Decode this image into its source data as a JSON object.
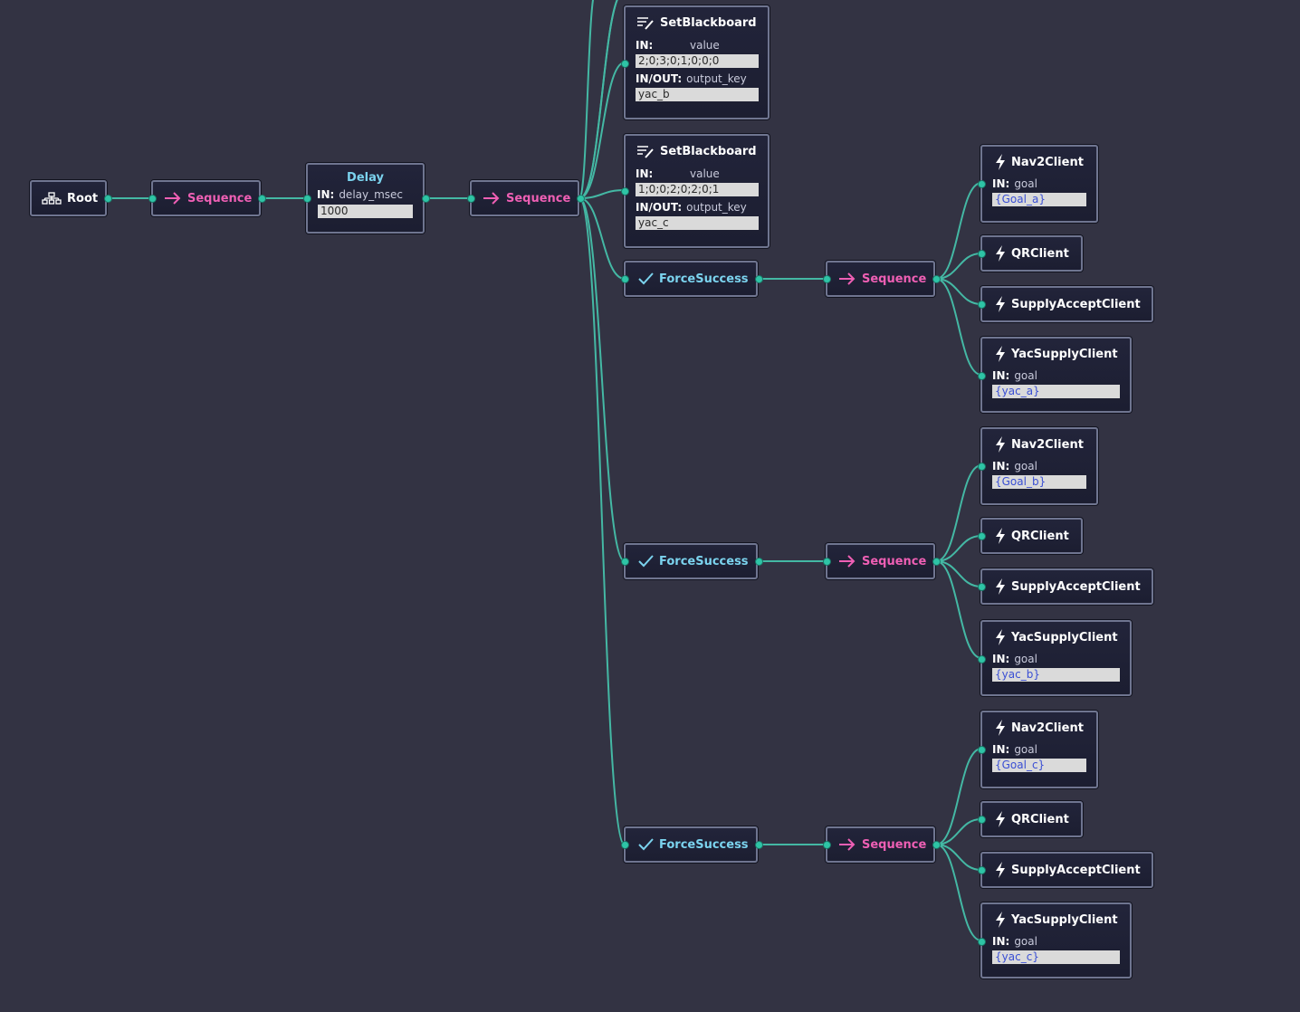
{
  "colors": {
    "background": "#333343",
    "edge": "#44b8a4",
    "port": "#2ec4a6",
    "sequence_text": "#ee5fb4",
    "decorator_text": "#7bd3ee",
    "node_border": "#6f7590"
  },
  "labels": {
    "in": "IN:",
    "inout": "IN/OUT:"
  },
  "root": {
    "label": "Root",
    "icon": "tree-hierarchy-icon"
  },
  "sequence_label": "Sequence",
  "force_success_label": "ForceSuccess",
  "delay": {
    "title": "Delay",
    "port": "delay_msec",
    "value": "1000"
  },
  "set_blackboard": [
    {
      "title": "SetBlackboard",
      "in_port": "value",
      "in_value": "2;0;3;0;1;0;0;0",
      "out_port": "output_key",
      "out_value": "yac_b"
    },
    {
      "title": "SetBlackboard",
      "in_port": "value",
      "in_value": "1;0;0;2;0;2;0;1",
      "out_port": "output_key",
      "out_value": "yac_c"
    }
  ],
  "branches": [
    {
      "nav2": {
        "title": "Nav2Client",
        "port": "goal",
        "value": "{Goal_a}"
      },
      "qr": {
        "title": "QRClient"
      },
      "supply": {
        "title": "SupplyAcceptClient"
      },
      "yac": {
        "title": "YacSupplyClient",
        "port": "goal",
        "value": "{yac_a}"
      }
    },
    {
      "nav2": {
        "title": "Nav2Client",
        "port": "goal",
        "value": "{Goal_b}"
      },
      "qr": {
        "title": "QRClient"
      },
      "supply": {
        "title": "SupplyAcceptClient"
      },
      "yac": {
        "title": "YacSupplyClient",
        "port": "goal",
        "value": "{yac_b}"
      }
    },
    {
      "nav2": {
        "title": "Nav2Client",
        "port": "goal",
        "value": "{Goal_c}"
      },
      "qr": {
        "title": "QRClient"
      },
      "supply": {
        "title": "SupplyAcceptClient"
      },
      "yac": {
        "title": "YacSupplyClient",
        "port": "goal",
        "value": "{yac_c}"
      }
    }
  ]
}
